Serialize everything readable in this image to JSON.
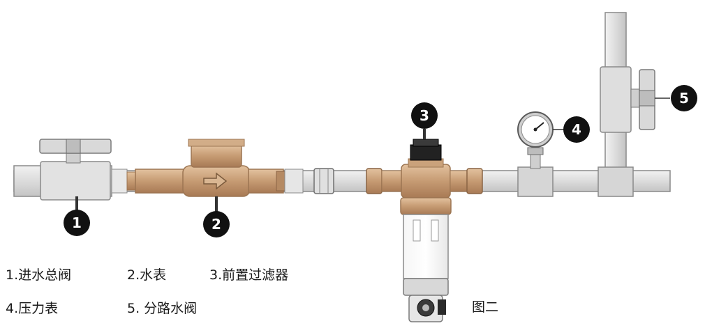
{
  "badges": {
    "b1": "1",
    "b2": "2",
    "b3": "3",
    "b4": "4",
    "b5": "5"
  },
  "legend": {
    "item1": "1.进水总阀",
    "item2": "2.水表",
    "item3": "3.前置过滤器",
    "item4": "4.压力表",
    "item5": "5. 分路水阀"
  },
  "figure_label": "图二",
  "colors": {
    "pipe": "#dedede",
    "pipe_stroke": "#8a8a8a",
    "brass": "#c9a07a",
    "brass_dark": "#9c7552",
    "badge": "#111111"
  }
}
